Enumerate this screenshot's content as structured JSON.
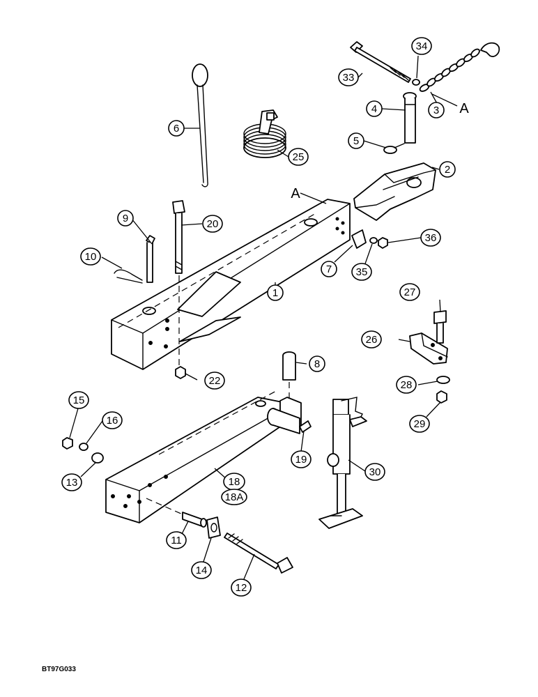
{
  "labels": {
    "l1": "1",
    "l2": "2",
    "l3": "3",
    "l4": "4",
    "l5": "5",
    "l6": "6",
    "l7": "7",
    "l8": "8",
    "l9": "9",
    "l10": "10",
    "l11": "11",
    "l12": "12",
    "l13": "13",
    "l14": "14",
    "l15": "15",
    "l16": "16",
    "l18": "18",
    "l18a": "18A",
    "l19": "19",
    "l20": "20",
    "l22": "22",
    "l25": "25",
    "l26": "26",
    "l27": "27",
    "l28": "28",
    "l29": "29",
    "l30": "30",
    "l33": "33",
    "l34": "34",
    "l35": "35",
    "l36": "36"
  },
  "reference_marks": {
    "chain_end": "A",
    "tube_end": "A"
  },
  "drawing_code": "BT97G033"
}
